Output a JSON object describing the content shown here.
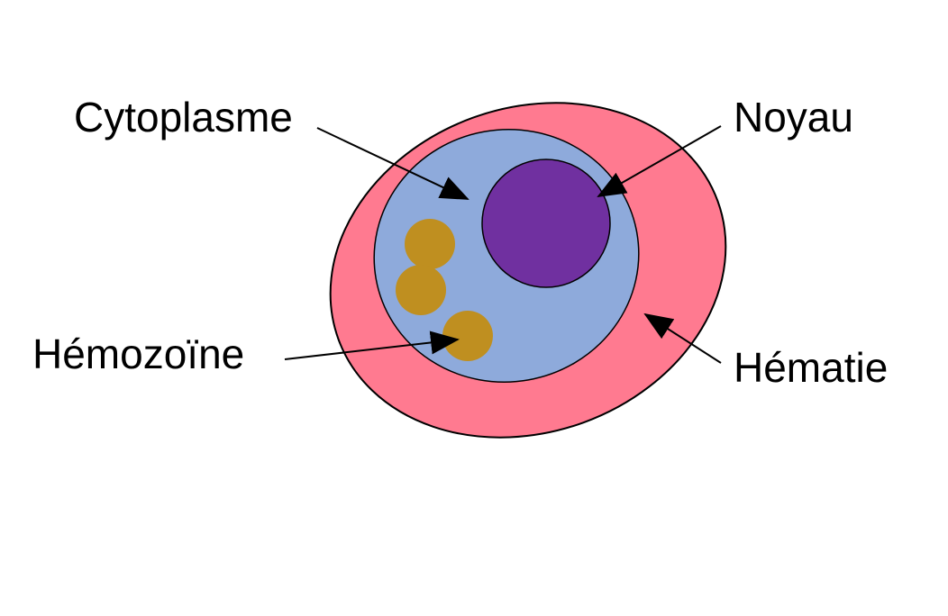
{
  "diagram": {
    "labels": {
      "cytoplasm": "Cytoplasme",
      "nucleus": "Noyau",
      "hemozoin": "Hémozoïne",
      "red_cell": "Hématie"
    },
    "colors": {
      "red_cell": "#ff7a90",
      "cytoplasm": "#8eaadb",
      "nucleus": "#7030a0",
      "hemozoin": "#bf8f20",
      "outline": "#000000"
    }
  }
}
